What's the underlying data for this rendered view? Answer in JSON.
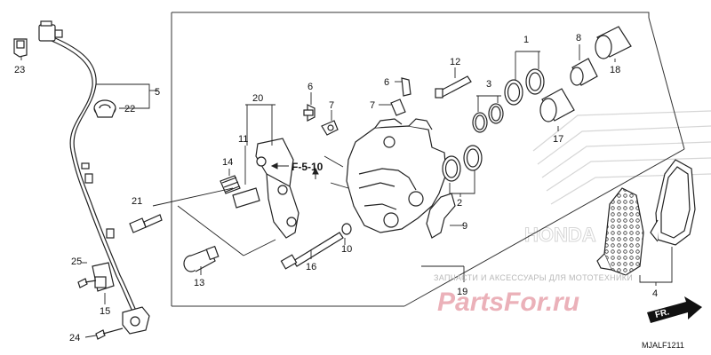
{
  "diagram": {
    "callouts": {
      "c1": "1",
      "c2": "2",
      "c3": "3",
      "c4": "4",
      "c5": "5",
      "c6a": "6",
      "c6b": "6",
      "c7a": "7",
      "c7b": "7",
      "c8": "8",
      "c9": "9",
      "c10": "10",
      "c11": "11",
      "c12": "12",
      "c13": "13",
      "c14": "14",
      "c15": "15",
      "c16": "16",
      "c17": "17",
      "c18": "18",
      "c19": "19",
      "c20": "20",
      "c21": "21",
      "c22": "22",
      "c23": "23",
      "c24": "24",
      "c25": "25"
    },
    "section_ref": "F-5-10",
    "diagram_code": "MJALF1211",
    "direction_label": "FR."
  },
  "watermark": {
    "caption": "ЗАПЧАСТИ И АКСЕССУАРЫ ДЛЯ МОТОТЕХНИКИ",
    "brand": "PartsFor.ru",
    "background_brand": "HONDA"
  },
  "colors": {
    "line": "#222222",
    "watermark_red": "#d9304a",
    "watermark_grey": "#bcbcbc"
  }
}
